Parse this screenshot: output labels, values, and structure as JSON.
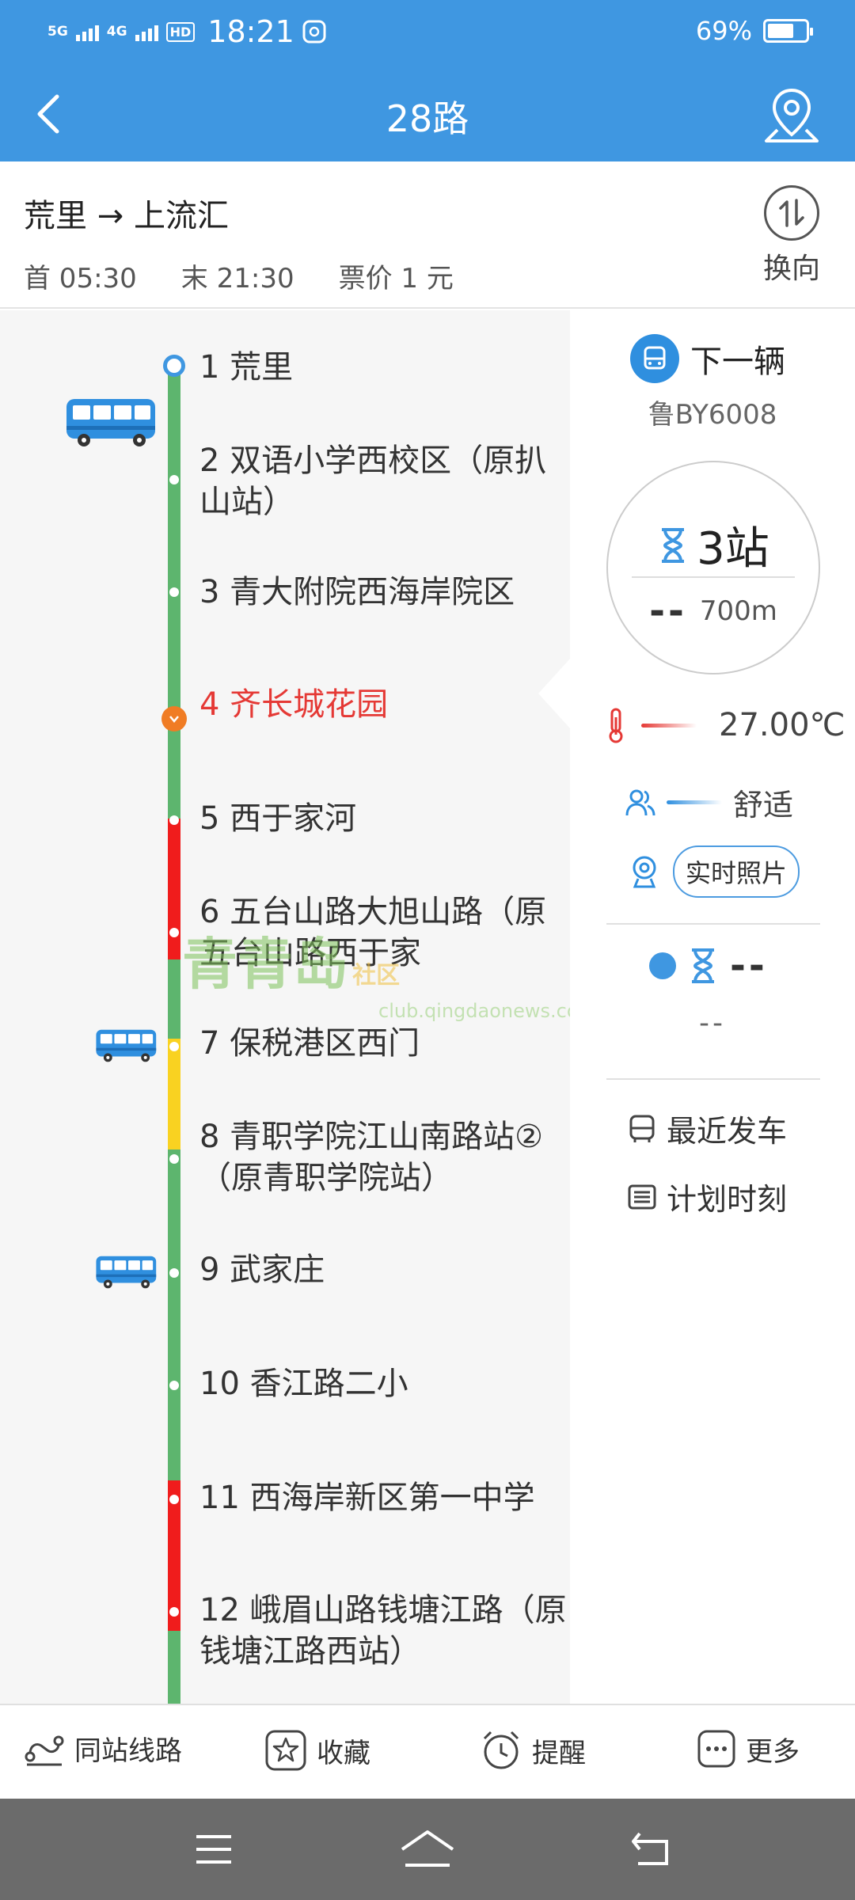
{
  "status_bar": {
    "network1": "5G",
    "network2": "4G",
    "hd": "HD",
    "time": "18:21",
    "battery": "69%",
    "battery_level": 0.69
  },
  "header": {
    "title": "28路",
    "back_icon": "chevron-left-icon",
    "location_icon": "map-pin-icon"
  },
  "route": {
    "direction": "荒里 → 上流汇",
    "first": "首 05:30",
    "last": "末 21:30",
    "fare": "票价 1 元",
    "switch_label": "换向"
  },
  "stops": [
    {
      "label": "1 荒里"
    },
    {
      "label": "2 双语小学西校区（原扒山站）"
    },
    {
      "label": "3 青大附院西海岸院区"
    },
    {
      "label": "4 齐长城花园",
      "active": true
    },
    {
      "label": "5 西于家河"
    },
    {
      "label": "6 五台山路大旭山路（原五台山路西于家"
    },
    {
      "label": "7 保税港区西门"
    },
    {
      "label": "8 青职学院江山南路站②（原青职学院站）"
    },
    {
      "label": "9 武家庄"
    },
    {
      "label": "10 香江路二小"
    },
    {
      "label": "11 西海岸新区第一中学"
    },
    {
      "label": "12 峨眉山路钱塘江路（原钱塘江路西站）"
    }
  ],
  "watermark": {
    "text": "青青岛",
    "badge": "社区",
    "url": "club.qingdaonews.com"
  },
  "next_bus": {
    "label": "下一辆",
    "plate": "鲁BY6008",
    "stops": "3站",
    "dash": "--",
    "distance": "700m",
    "temperature": "27.00℃",
    "comfort": "舒适",
    "photo_button": "实时照片",
    "second_dash": "--",
    "second_sub": "--",
    "recent_departure": "最近发车",
    "schedule": "计划时刻"
  },
  "toolbar": {
    "same_station": "同站线路",
    "favorite": "收藏",
    "reminder": "提醒",
    "more": "更多"
  },
  "colors": {
    "primary": "#3f97e1",
    "line_green": "#5db56e",
    "line_red": "#f01c1c",
    "line_yellow": "#f9d221",
    "active_stop": "#e53935",
    "current_marker": "#f07c24"
  }
}
